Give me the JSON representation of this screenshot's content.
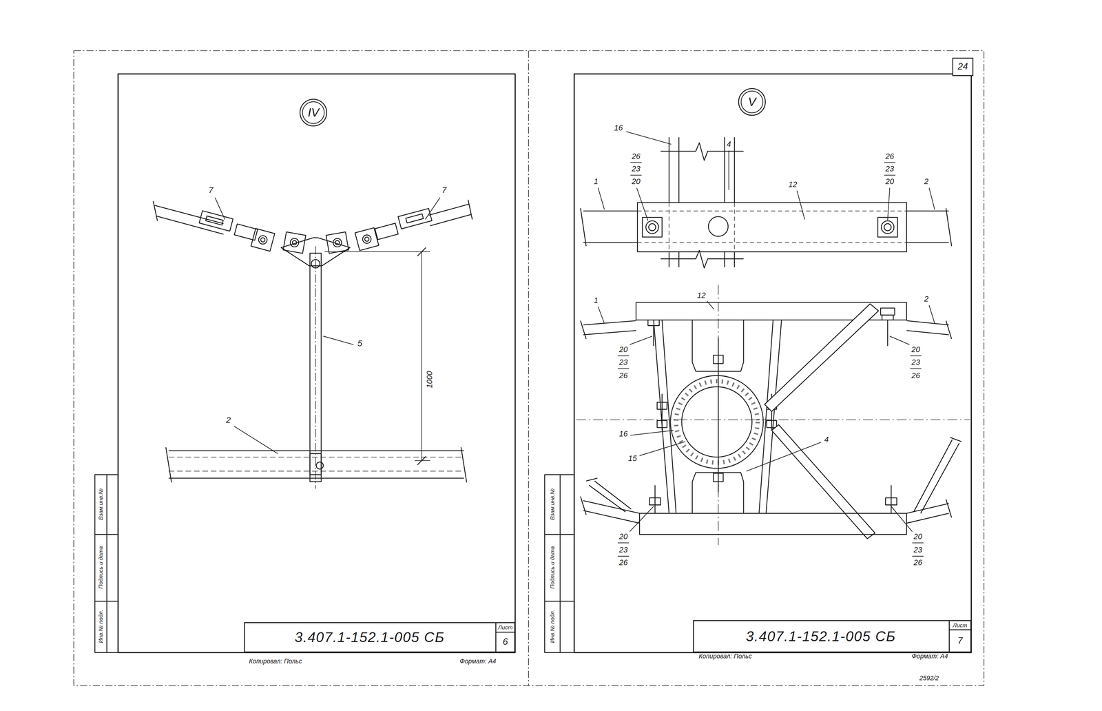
{
  "diagram": {
    "nodes": [
      {
        "text": [
          "IV"
        ]
      },
      {
        "text": [
          "3.407.1-152.1-005 СБ"
        ]
      },
      {
        "text": [
          "Лист",
          "6"
        ],
        "in": 1
      },
      {
        "text": [
          "V"
        ]
      },
      {
        "text": [
          "24"
        ]
      },
      {
        "text": [
          "3.407.1-152.1-005 СБ"
        ]
      },
      {
        "text": [
          "Лист",
          "7"
        ],
        "in": 5
      }
    ],
    "labels": [
      "7",
      "7",
      "5",
      "1000",
      "2",
      "Взам.инв.№",
      "Подпись и дата",
      "Инв.№ подл.",
      "Копировал: Польс",
      "Формат: А4",
      "16",
      "4",
      "26",
      "23",
      "20",
      "26",
      "23",
      "20",
      "1",
      "12",
      "2",
      "12",
      "1",
      "2",
      "20",
      "23",
      "26",
      "20",
      "23",
      "26",
      "16",
      "15",
      "4",
      "20",
      "23",
      "26",
      "20",
      "23",
      "26",
      "Взам.инв.№",
      "Подпись и дата",
      "Инв.№ подл.",
      "Копировал: Польс",
      "Формат: А4",
      "2592/2"
    ]
  }
}
